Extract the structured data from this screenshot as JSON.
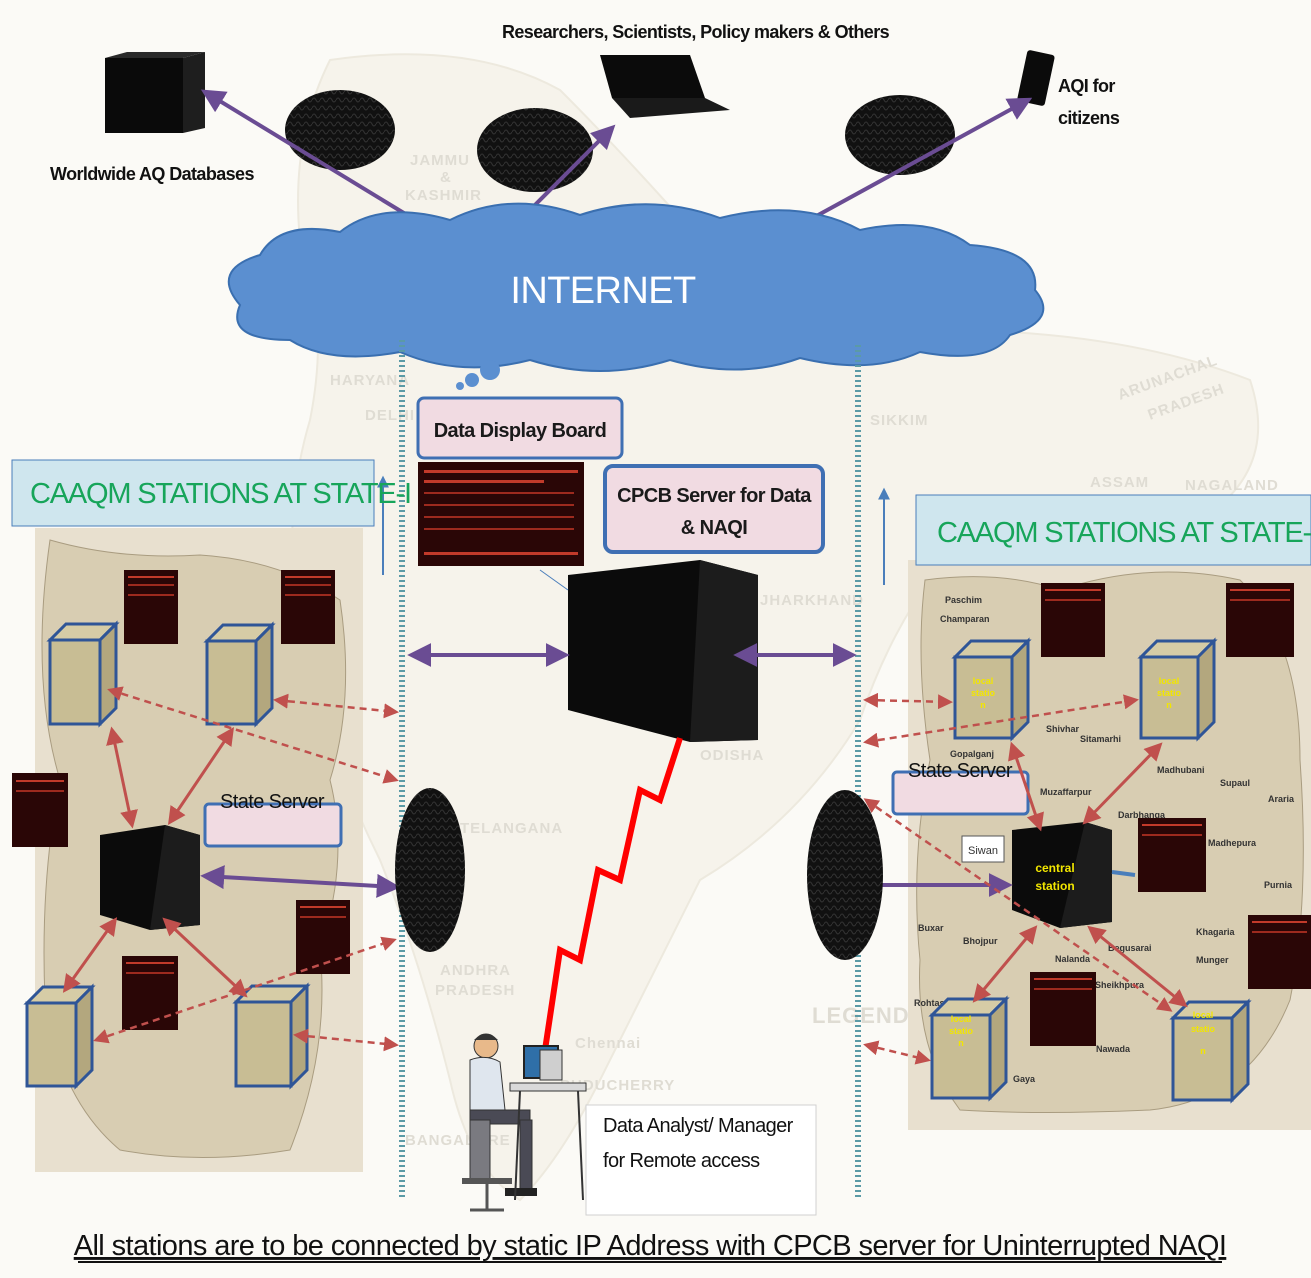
{
  "top": {
    "title": "Researchers, Scientists, Policy makers & Others",
    "worldwide_label": "Worldwide AQ Databases",
    "aqi_label_line1": "AQI for",
    "aqi_label_line2": "citizens"
  },
  "internet_label": "INTERNET",
  "display_board_label": "Data Display Board",
  "cpcb_server_line1": "CPCB Server for Data",
  "cpcb_server_line2": "& NAQI",
  "state1": {
    "title": "CAAQM STATIONS AT STATE-I",
    "server_label": "State Server"
  },
  "state2": {
    "title": "CAAQM STATIONS AT STATE-II",
    "server_label": "State Server",
    "central_line1": "central",
    "central_line2": "station",
    "siwan_label": "Siwan"
  },
  "station_labels": {
    "line1": "local",
    "line2": "statio",
    "line3": "n"
  },
  "map_labels_state2": [
    "Paschim",
    "Champaran",
    "Shivhar",
    "Sitamarhi",
    "Madhubani",
    "Supaul",
    "Araria",
    "Muzaffarpur",
    "Darbhanga",
    "Madhepura",
    "Purnia",
    "Buxar",
    "Bhojpur",
    "Nalanda",
    "Khagaria",
    "Munger",
    "Rohtas",
    "Nawada",
    "Gaya",
    "Gopalganj",
    "Sheikhpura",
    "Begusarai"
  ],
  "map_labels_india": [
    "JAMMU",
    "&",
    "KASHMIR",
    "HARYANA",
    "DELHI",
    "SIKKIM",
    "ARUNACHAL",
    "PRADESH",
    "ASSAM",
    "NAGALAND",
    "TELANGANA",
    "ANDHRA",
    "PRADESH",
    "ODISHA",
    "JHARKHAND",
    "LEGEND",
    "PUDUCHERRY",
    "Chennai",
    "BANGALORE"
  ],
  "analyst_line1": "Data Analyst/ Manager",
  "analyst_line2": "for Remote access",
  "footer": "All stations are to be connected by static IP Address with CPCB server for Uninterrupted NAQI",
  "colors": {
    "cloud": "#5b8fd0",
    "line": "#5b9aa6",
    "arrow_purple": "#6a4c93",
    "arrow_red": "#c0504d",
    "title_green": "#17a55a",
    "title_bg": "#cfe6ee",
    "label_bg": "#f1dbe2",
    "label_border": "#3f6fb3",
    "cube_fill": "#c8bd94",
    "cube_border": "#2f5597",
    "lightning": "#ff0000"
  }
}
